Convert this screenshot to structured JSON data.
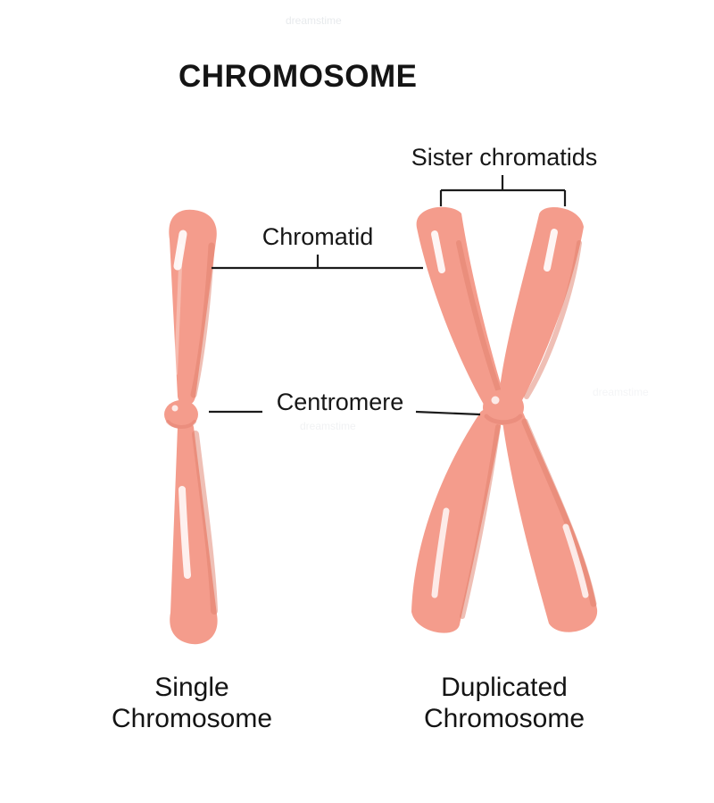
{
  "title": "CHROMOSOME",
  "labels": {
    "sister_chromatids": "Sister chromatids",
    "chromatid": "Chromatid",
    "centromere": "Centromere",
    "single_caption": "Single Chromosome",
    "duplicated_caption": "Duplicated Chromosome"
  },
  "watermark": "dreamstime",
  "colors": {
    "chromosome_body": "#F49C8C",
    "chromosome_shade": "#E07F6C",
    "highlight": "#FFFFFF",
    "annotation_line": "#1B1B1B",
    "text": "#141414",
    "background": "#FFFFFF"
  }
}
